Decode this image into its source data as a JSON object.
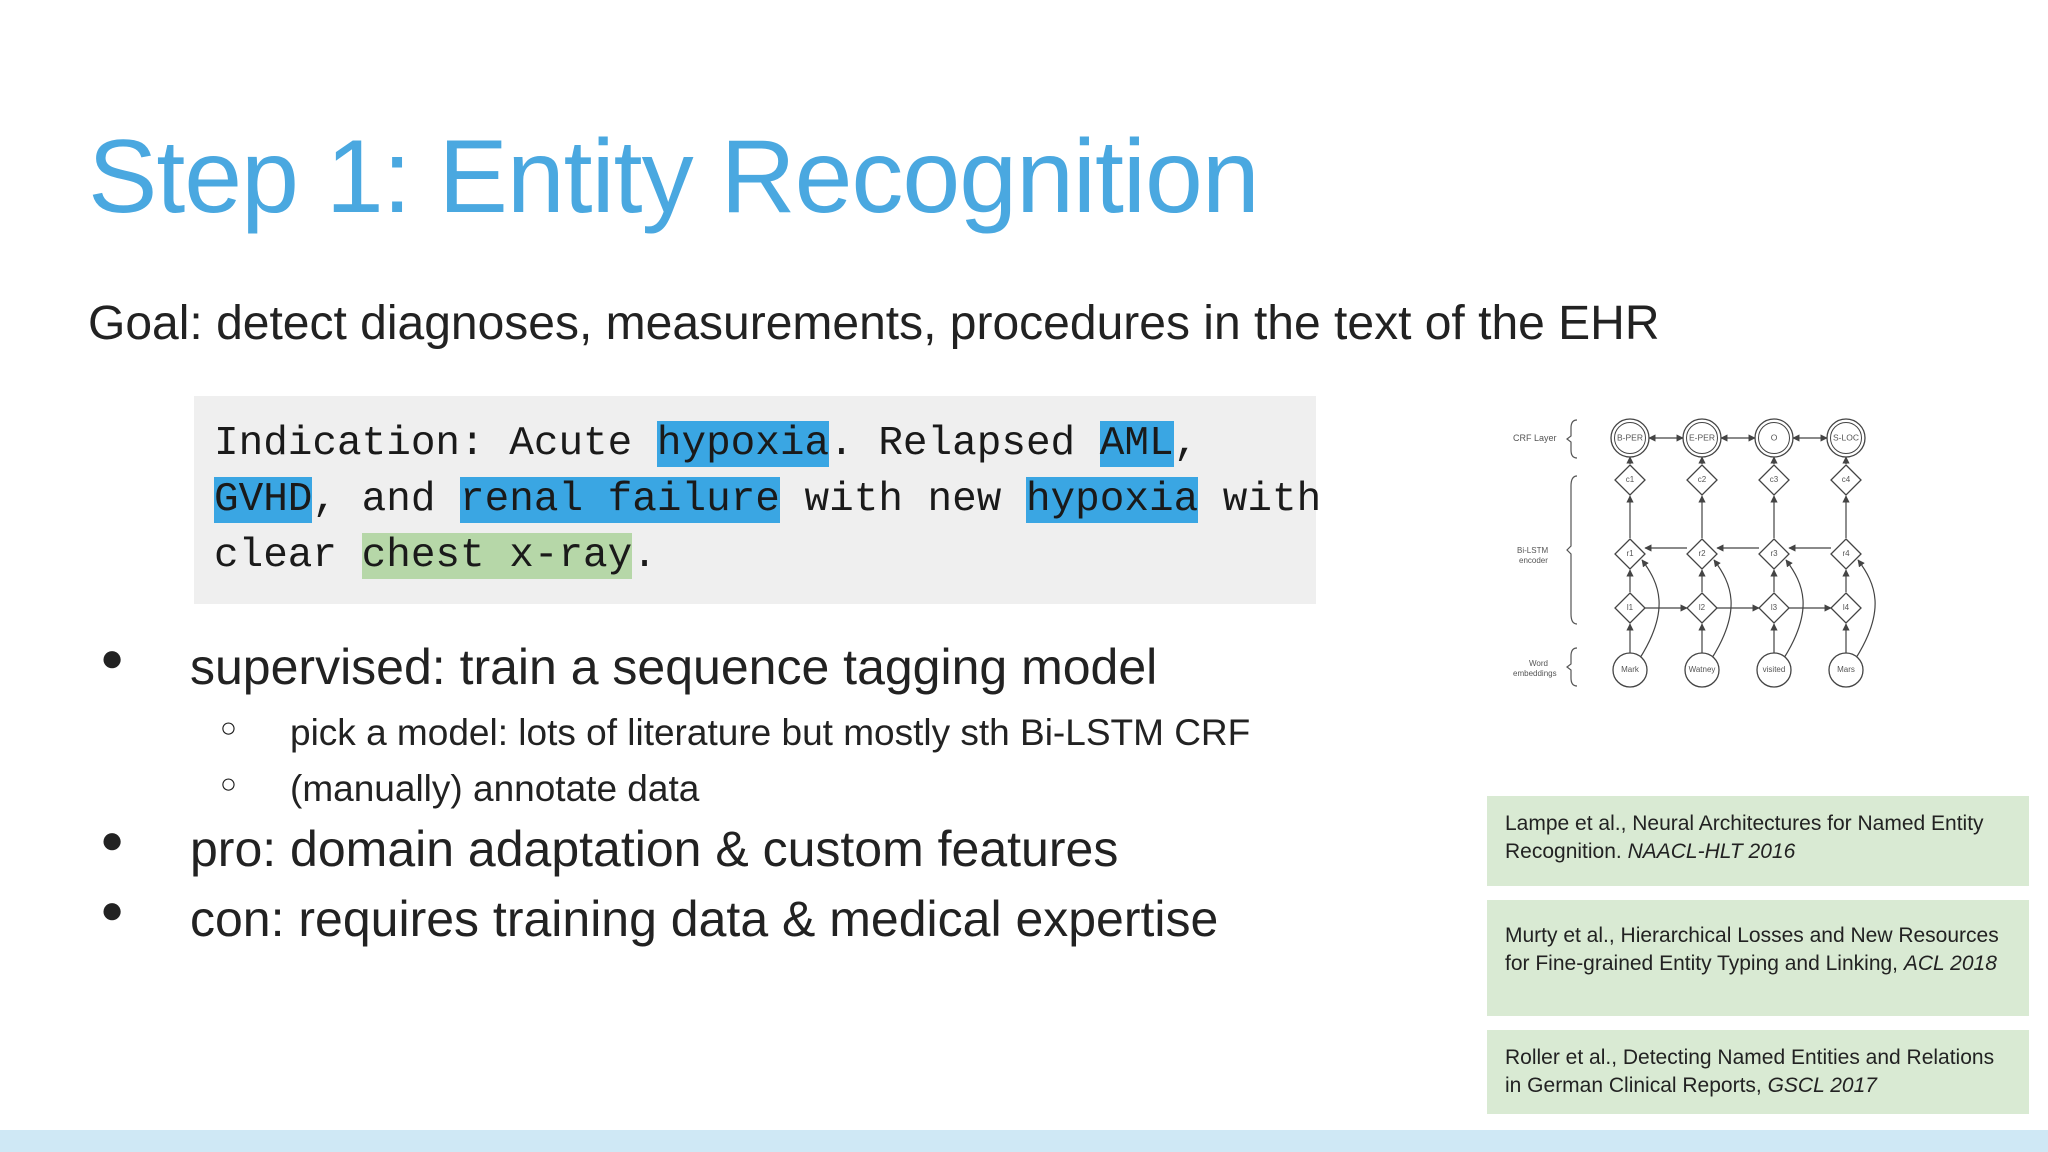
{
  "title": "Step 1: Entity Recognition",
  "goal": "Goal: detect diagnoses, measurements, procedures in the text of the EHR",
  "code_example": {
    "line1": [
      {
        "text": "Indication: Acute ",
        "hl": "none"
      },
      {
        "text": "hypoxia",
        "hl": "blue"
      },
      {
        "text": ". Relapsed ",
        "hl": "none"
      },
      {
        "text": "AML",
        "hl": "blue"
      },
      {
        "text": ",",
        "hl": "none"
      }
    ],
    "line2": [
      {
        "text": "GVHD",
        "hl": "blue"
      },
      {
        "text": ", and ",
        "hl": "none"
      },
      {
        "text": "renal failure",
        "hl": "blue"
      },
      {
        "text": " with new ",
        "hl": "none"
      },
      {
        "text": "hypoxia",
        "hl": "blue"
      },
      {
        "text": " with",
        "hl": "none"
      }
    ],
    "line3": [
      {
        "text": "clear ",
        "hl": "none"
      },
      {
        "text": "chest x-ray",
        "hl": "green"
      },
      {
        "text": ".",
        "hl": "none"
      }
    ]
  },
  "bullets": {
    "b1": "supervised: train a sequence tagging model",
    "b1_sub1": "pick a model: lots of literature but mostly sth  Bi-LSTM CRF",
    "b1_sub2": "(manually) annotate data",
    "b2": "pro: domain adaptation & custom features",
    "b3": "con: requires training data & medical expertise",
    "bullet_glyph": "●",
    "sub_bullet_glyph": "○"
  },
  "diagram": {
    "layer_labels": {
      "crf": "CRF Layer",
      "bilstm_1": "Bi-LSTM",
      "bilstm_2": "encoder",
      "word_1": "Word",
      "word_2": "embeddings"
    },
    "tags": [
      "B-PER",
      "E-PER",
      "O",
      "S-LOC"
    ],
    "c_nodes": [
      "c1",
      "c2",
      "c3",
      "c4"
    ],
    "r_nodes": [
      "r1",
      "r2",
      "r3",
      "r4"
    ],
    "l_nodes": [
      "l1",
      "l2",
      "l3",
      "l4"
    ],
    "words": [
      "Mark",
      "Watney",
      "visited",
      "Mars"
    ]
  },
  "references": [
    {
      "text": "Lampe et al.,  Neural Architectures for  Named  Entity Recognition. ",
      "venue": "NAACL-HLT 2016"
    },
    {
      "text": "Murty et al.,  Hierarchical  Losses and  New Resources for  Fine-grained  Entity Typing and Linking, ",
      "venue": "ACL 2018"
    },
    {
      "text": "Roller et al.,  Detecting  Named  Entities and  Relations in German Clinical  Reports, ",
      "venue": "GSCL 2017"
    }
  ],
  "colors": {
    "title": "#4aa8e0",
    "highlight_blue": "#3aa6e3",
    "highlight_green": "#b6d7a8",
    "ref_box": "#d9ead3",
    "code_bg": "#efefef",
    "footer": "#cfe8f5"
  }
}
